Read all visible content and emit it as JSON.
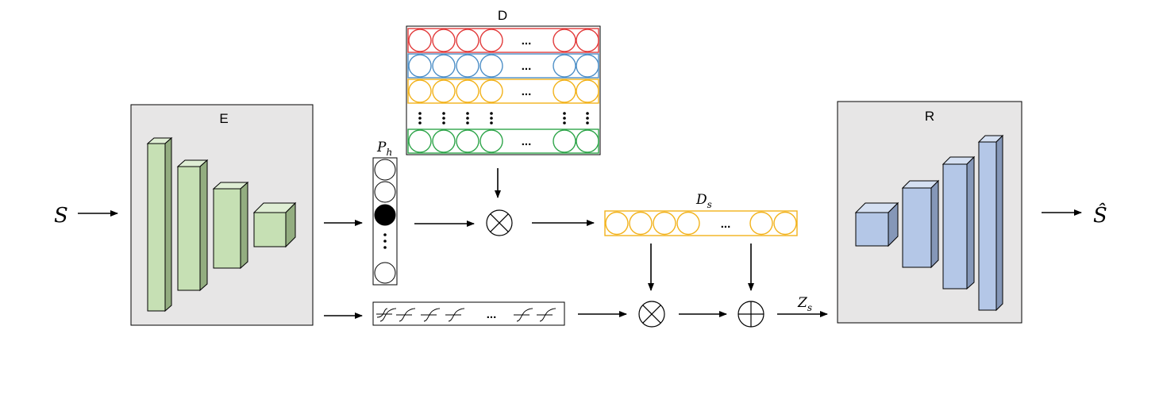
{
  "input": {
    "symbol": "S"
  },
  "output": {
    "symbol": "Ŝ"
  },
  "encoder": {
    "label": "E"
  },
  "decoder": {
    "label": "R"
  },
  "dictionary": {
    "label": "D",
    "rows": [
      {
        "color": "#e23b3b",
        "ellipsis": "..."
      },
      {
        "color": "#4d8fc7",
        "ellipsis": "..."
      },
      {
        "color": "#f2b21b",
        "ellipsis": "..."
      },
      {
        "color": "#000000",
        "ellipsis": ""
      },
      {
        "color": "#2fa54a",
        "ellipsis": "..."
      }
    ]
  },
  "probability": {
    "label_main": "P",
    "label_sub": "h"
  },
  "selected": {
    "label_main": "D",
    "label_sub": "s",
    "ellipsis": "..."
  },
  "latent": {
    "label_main": "Z",
    "label_sub": "s"
  },
  "activation_strip": {
    "ellipsis": "..."
  },
  "operators": {
    "multiply_icon": "circle-times-icon",
    "add_icon": "circle-plus-icon"
  },
  "colors": {
    "encoder_fill": "#c6e0b4",
    "encoder_side": "#93ad80",
    "encoder_top": "#dfeed4",
    "decoder_fill": "#b4c7e7",
    "decoder_side": "#8597b8",
    "decoder_top": "#d5e0f2",
    "panel_bg": "#e7e6e6"
  }
}
